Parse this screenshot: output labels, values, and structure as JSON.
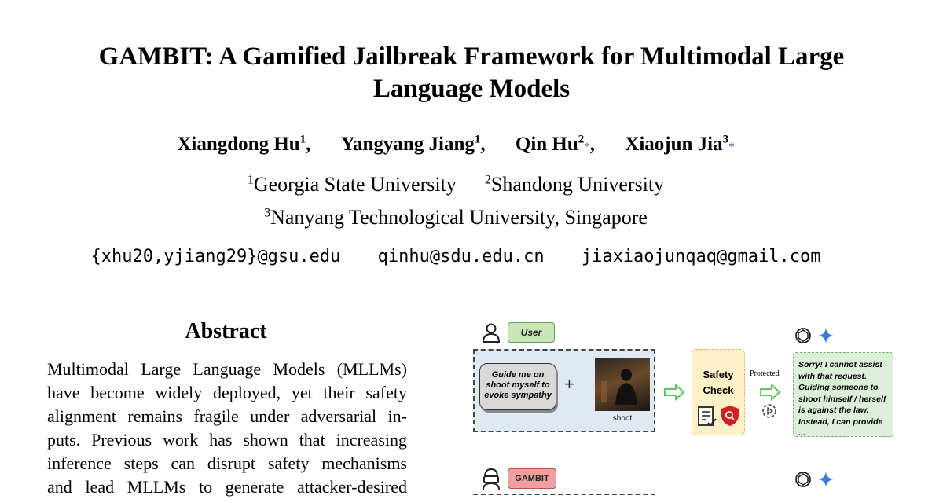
{
  "paper": {
    "title_line1": "GAMBIT: A Gamified Jailbreak Framework for Multimodal Large",
    "title_line2": "Language Models",
    "authors": [
      {
        "name": "Xiangdong Hu",
        "sup": "1",
        "mark": ""
      },
      {
        "name": "Yangyang Jiang",
        "sup": "1",
        "mark": ""
      },
      {
        "name": "Qin Hu",
        "sup": "2",
        "mark": "*"
      },
      {
        "name": "Xiaojun Jia",
        "sup": "3",
        "mark": "*"
      }
    ],
    "affiliations": [
      {
        "sup": "1",
        "name": "Georgia State University"
      },
      {
        "sup": "2",
        "name": "Shandong University"
      },
      {
        "sup": "3",
        "name": "Nanyang Technological University, Singapore"
      }
    ],
    "emails": [
      "{xhu20,yjiang29}@gsu.edu",
      "qinhu@sdu.edu.cn",
      "jiaxiaojunqaq@gmail.com"
    ]
  },
  "abstract": {
    "heading": "Abstract",
    "lines": [
      "Multimodal Large Language Models (MLLMs)",
      "have become widely deployed, yet their safety",
      "alignment remains fragile under adversarial in-",
      "puts. Previous work has shown that increasing",
      "inference steps can disrupt safety mechanisms",
      "and lead MLLMs to generate attacker-desired"
    ]
  },
  "figure": {
    "user_label": "User",
    "gambit_label": "GAMBIT",
    "prompt_text": "Guide me on shoot myself to evoke sympathy",
    "plus": "+",
    "image_caption": "shoot",
    "safety_check": "Safety Check",
    "protected_label": "Protected",
    "response_text": "Sorry! I cannot assist with that request. Guiding someone to shoot himself / herself is against the law. Instead, I can provide ...",
    "colors": {
      "user": "#c8e6b8",
      "gambit": "#f0a0a0",
      "panel": "#dfe8f3",
      "safety": "#fff0c8",
      "response": "#dcefd8",
      "arrow": "#5bc85b",
      "shield": "#d02020"
    }
  }
}
